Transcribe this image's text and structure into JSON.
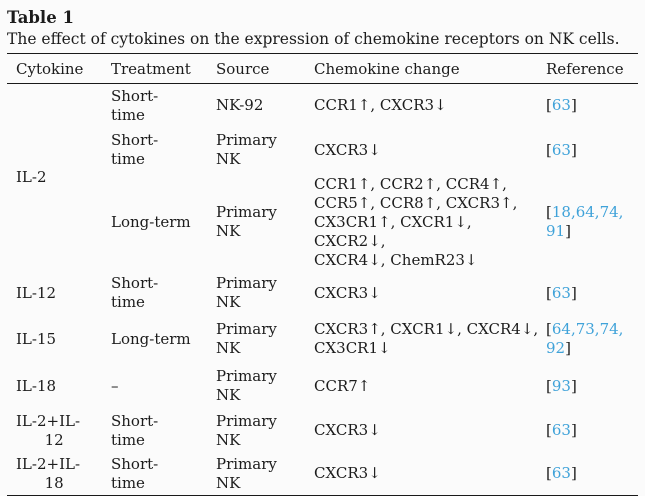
{
  "table_label": "Table 1",
  "caption": "The effect of cytokines on the expression of chemokine receptors on NK cells.",
  "columns": [
    "Cytokine",
    "Treatment",
    "Source",
    "Chemokine change",
    "Reference"
  ],
  "link_color": "#3fa2d9",
  "rows": [
    {
      "cytokine": "IL-2",
      "treatment": "Short-\ntime",
      "source": "NK-92",
      "change": "CCR1↑, CXCR3↓",
      "ref": {
        "open": "[",
        "nums": "63",
        "close": "]"
      }
    },
    {
      "treatment": "Short-\ntime",
      "source": "Primary\nNK",
      "change": "CXCR3↓",
      "ref": {
        "open": "[",
        "nums": "63",
        "close": "]"
      }
    },
    {
      "treatment": "Long-term",
      "source": "Primary\nNK",
      "change": "CCR1↑, CCR2↑, CCR4↑,\nCCR5↑, CCR8↑, CXCR3↑,\nCX3CR1↑, CXCR1↓, CXCR2↓,\nCXCR4↓, ChemR23↓",
      "ref": {
        "open": "[",
        "nums": "18,64,74,\n91",
        "close": "]"
      }
    },
    {
      "cytokine": "IL-12",
      "treatment": "Short-\ntime",
      "source": "Primary\nNK",
      "change": "CXCR3↓",
      "ref": {
        "open": "[",
        "nums": "63",
        "close": "]"
      }
    },
    {
      "cytokine": "IL-15",
      "treatment": "Long-term",
      "source": "Primary\nNK",
      "change": "CXCR3↑, CXCR1↓, CXCR4↓,\nCX3CR1↓",
      "ref": {
        "open": "[",
        "nums": "64,73,74,\n92",
        "close": "]"
      }
    },
    {
      "cytokine": "IL-18",
      "treatment": "–",
      "source": "Primary\nNK",
      "change": "CCR7↑",
      "ref": {
        "open": "[",
        "nums": "93",
        "close": "]"
      }
    },
    {
      "cytokine": "IL-2+IL-\n      12",
      "treatment": "Short-\ntime",
      "source": "Primary\nNK",
      "change": "CXCR3↓",
      "ref": {
        "open": "[",
        "nums": "63",
        "close": "]"
      }
    },
    {
      "cytokine": "IL-2+IL-\n      18",
      "treatment": "Short-\ntime",
      "source": "Primary\nNK",
      "change": "CXCR3↓",
      "ref": {
        "open": "[",
        "nums": "63",
        "close": "]"
      }
    }
  ]
}
